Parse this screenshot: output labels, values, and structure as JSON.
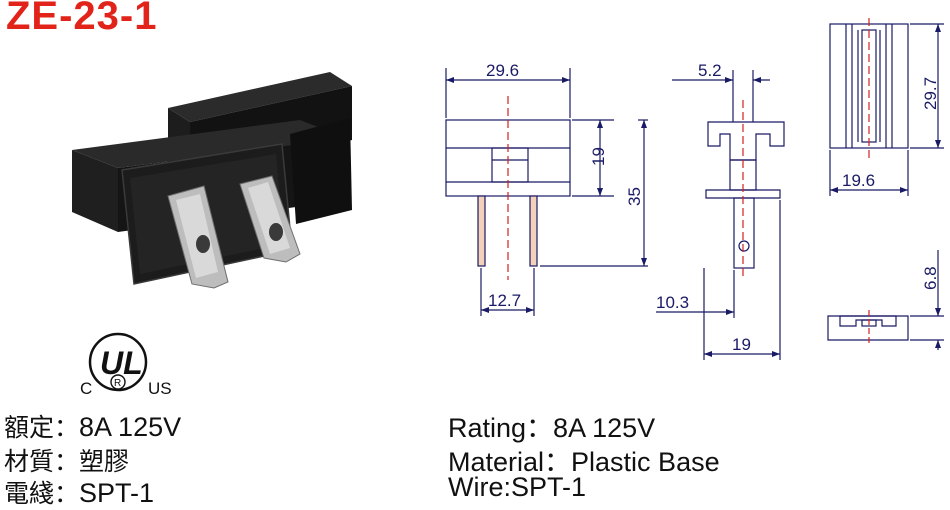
{
  "title": "ZE-23-1",
  "certification": {
    "c": "C",
    "ul": "UL",
    "r": "R",
    "us": "US"
  },
  "dimensions": {
    "front_width": "29.6",
    "base_height": "19",
    "total_height": "35",
    "pin_spacing": "12.7",
    "side_top": "5.2",
    "side_pin": "10.3",
    "side_width": "19",
    "top_height": "29.7",
    "top_width": "19.6",
    "bottom_height": "6.8"
  },
  "specs_cn": [
    {
      "label": "額定：",
      "value": "8A 125V"
    },
    {
      "label": "材質：",
      "value": "塑膠"
    },
    {
      "label": "電綫：",
      "value": "SPT-1"
    }
  ],
  "specs_en": [
    {
      "label": "Rating：",
      "value": "8A 125V"
    },
    {
      "label": "Material：",
      "value": "Plastic Base"
    },
    {
      "label": "Wire:",
      "value": "SPT-1"
    }
  ],
  "colors": {
    "title": "#e2231a",
    "drawing": "#1a1a66",
    "centerline": "#d42020",
    "pin": "#e0a080"
  }
}
